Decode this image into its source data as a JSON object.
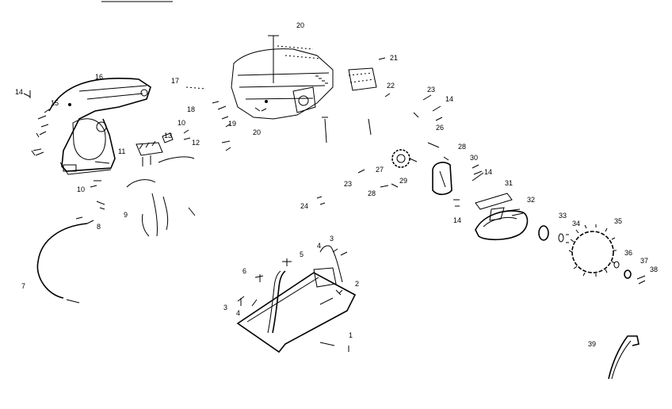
{
  "diagram": {
    "labels": [
      "1",
      "2",
      "3",
      "4",
      "5",
      "6",
      "7",
      "8",
      "9",
      "10",
      "11",
      "12",
      "13",
      "14",
      "15",
      "16",
      "17",
      "18",
      "19",
      "20",
      "21",
      "22",
      "23",
      "24",
      "26",
      "27",
      "28",
      "29",
      "30",
      "31",
      "32",
      "33",
      "34",
      "35",
      "36",
      "37",
      "38",
      "39"
    ],
    "callouts": {
      "l20a": "20",
      "l21": "21",
      "l22": "22",
      "l17": "17",
      "l16": "16",
      "l14a": "14",
      "l15": "15",
      "l18": "18",
      "l10a": "10",
      "l19": "19",
      "l20b": "20",
      "l13": "13",
      "l12": "12",
      "l11": "11",
      "l10b": "10",
      "l9": "9",
      "l8": "8",
      "l7": "7",
      "l23a": "23",
      "l14b": "14",
      "l26": "26",
      "l28a": "28",
      "l30": "30",
      "l14c": "14",
      "l27": "27",
      "l23b": "23",
      "l28b": "28",
      "l29": "29",
      "l31": "31",
      "l24": "24",
      "l32": "32",
      "l14d": "14",
      "l33": "33",
      "l34": "34",
      "l35": "35",
      "l36": "36",
      "l37": "37",
      "l38": "38",
      "l39": "39",
      "l3a": "3",
      "l4a": "4",
      "l5": "5",
      "l6": "6",
      "l2": "2",
      "l3b": "3",
      "l4b": "4",
      "l1": "1"
    }
  }
}
